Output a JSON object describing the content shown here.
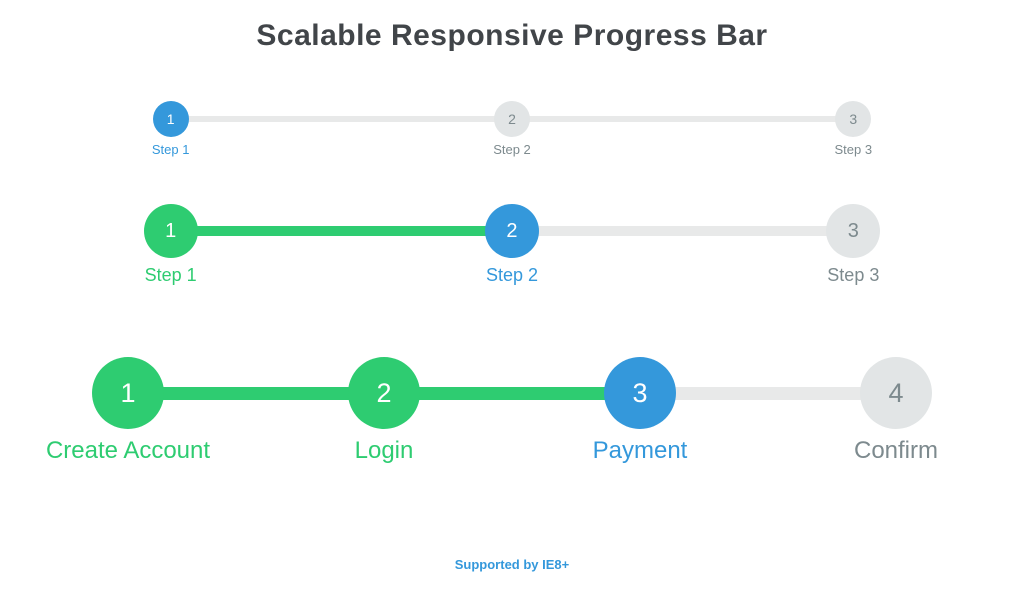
{
  "page": {
    "title": "Scalable Responsive Progress Bar",
    "footer": "Supported by IE8+"
  },
  "colors": {
    "active": "#3498db",
    "complete": "#2ecc71",
    "inactive_circle": "#e2e5e6",
    "inactive_line": "#e8e9e9",
    "inactive_text": "#7d8a8e",
    "title_text": "#414549"
  },
  "bars": [
    {
      "name": "small",
      "steps": [
        {
          "number": "1",
          "label": "Step 1",
          "state": "active"
        },
        {
          "number": "2",
          "label": "Step 2",
          "state": "inactive"
        },
        {
          "number": "3",
          "label": "Step 3",
          "state": "inactive"
        }
      ]
    },
    {
      "name": "medium",
      "steps": [
        {
          "number": "1",
          "label": "Step 1",
          "state": "complete"
        },
        {
          "number": "2",
          "label": "Step 2",
          "state": "active"
        },
        {
          "number": "3",
          "label": "Step 3",
          "state": "inactive"
        }
      ]
    },
    {
      "name": "large",
      "steps": [
        {
          "number": "1",
          "label": "Create Account",
          "state": "complete"
        },
        {
          "number": "2",
          "label": "Login",
          "state": "complete"
        },
        {
          "number": "3",
          "label": "Payment",
          "state": "active"
        },
        {
          "number": "4",
          "label": "Confirm",
          "state": "inactive"
        }
      ]
    }
  ]
}
